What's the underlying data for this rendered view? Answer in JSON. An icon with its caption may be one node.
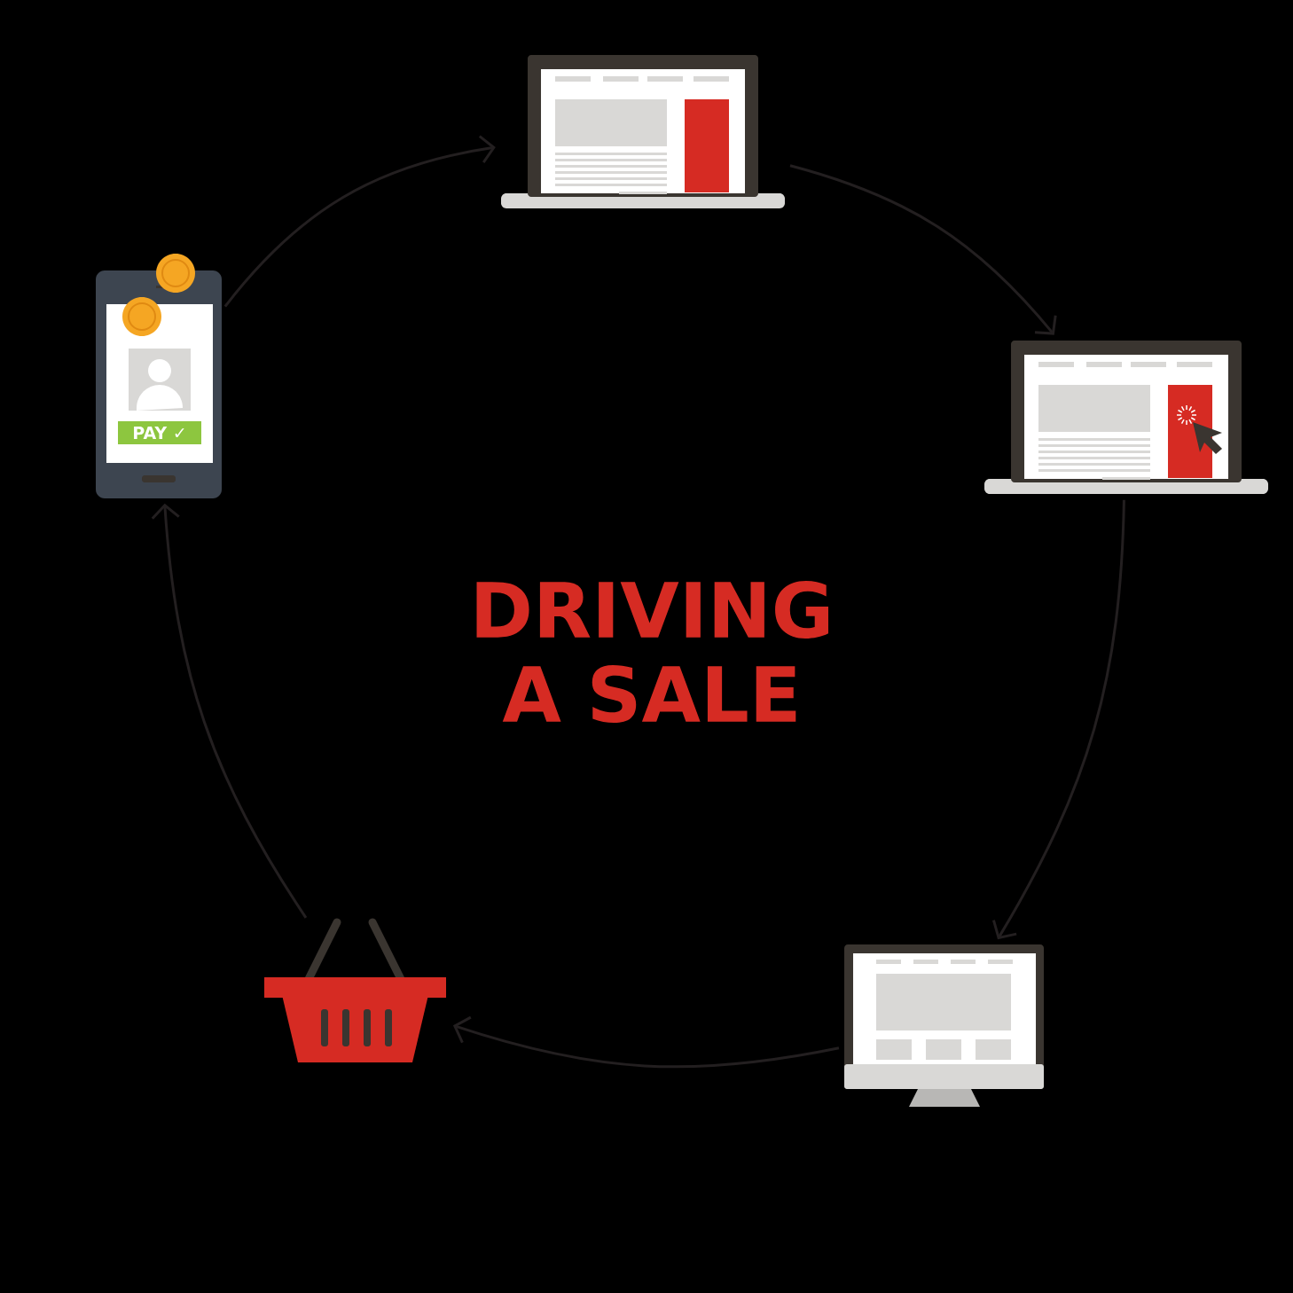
{
  "diagram": {
    "title": "DRIVING A SALE",
    "nodes": [
      {
        "text": [],
        "shape": "picture"
      },
      {
        "text": [],
        "shape": "picture"
      },
      {
        "text": [],
        "shape": "picture"
      },
      {
        "text": [],
        "shape": "picture"
      },
      {
        "text": [
          "PAY ✓"
        ]
      }
    ],
    "edges": [
      {
        "from": 4,
        "to": 0,
        "arrow": "to"
      },
      {
        "from": 0,
        "to": 1,
        "arrow": "to"
      },
      {
        "from": 1,
        "to": 2,
        "arrow": "to"
      },
      {
        "from": 2,
        "to": 3,
        "arrow": "to"
      },
      {
        "from": 3,
        "to": 4,
        "arrow": "to"
      }
    ]
  }
}
